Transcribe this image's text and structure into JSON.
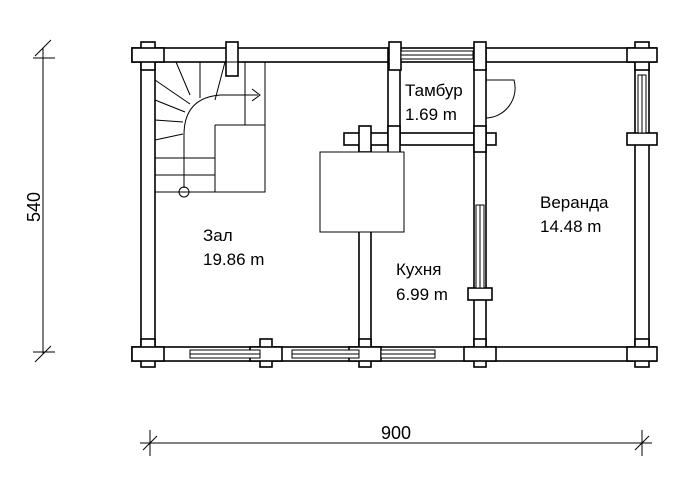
{
  "plan": {
    "rooms": [
      {
        "name": "Тамбур",
        "area": "1.69 m"
      },
      {
        "name": "Зал",
        "area": "19.86 m"
      },
      {
        "name": "Кухня",
        "area": "6.99 m"
      },
      {
        "name": "Веранда",
        "area": "14.48 m"
      }
    ],
    "dimensions": {
      "height": "540",
      "width": "900"
    }
  }
}
